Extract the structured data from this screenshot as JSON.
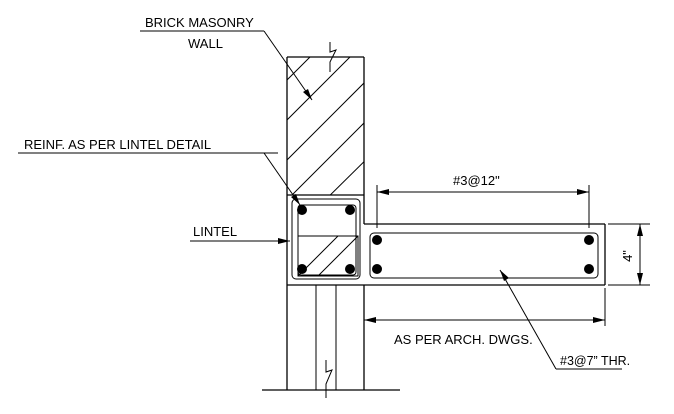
{
  "labels": {
    "brick_masonry": "BRICK MASONRY",
    "wall": "WALL",
    "reinf": "REINF. AS PER LINTEL DETAIL",
    "lintel": "LINTEL",
    "bar_spacing": "#3@12\"",
    "thickness": "4\"",
    "arch": "AS PER ARCH. DWGS.",
    "thru_bars": "#3@7” THR."
  }
}
